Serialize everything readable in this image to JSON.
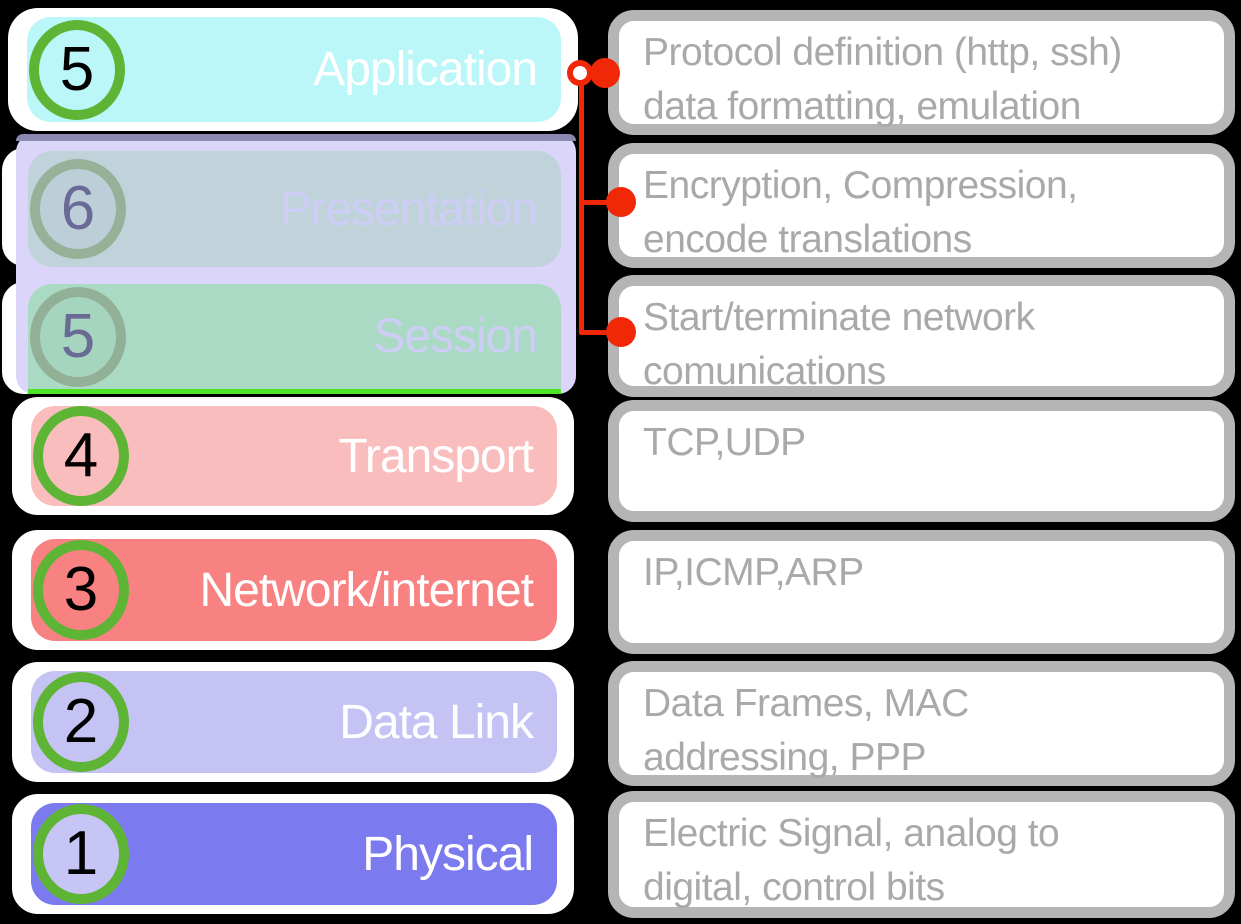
{
  "colors": {
    "background": "#000000",
    "accent_red": "#f12807",
    "ring_green": "#5eb535",
    "panel_bg": "#dbd5fa",
    "panel_top_edge": "#8b88b1",
    "session_green_edge": "#4ce426",
    "desc_border": "#b5b5b5",
    "desc_text": "#a9a9a9",
    "desc_bg": "#ffffff",
    "box_frame": "#ffffff"
  },
  "layers": [
    {
      "number": "5",
      "label": "Application",
      "box": "#bbf6f8",
      "circle_fill": "#bbf6f8",
      "ring": "#5eb535",
      "number_color": "#000000",
      "label_color": "#ffffff"
    },
    {
      "number": "6",
      "label": "Presentation",
      "box": "#c0d3da",
      "circle_fill": "#bccfd8",
      "ring": "#95b299",
      "number_color": "#6a6b94",
      "label_color": "#cdcdf5"
    },
    {
      "number": "5",
      "label": "Session",
      "box": "#aadac4",
      "circle_fill": "#a5d5bf",
      "ring": "#92b095",
      "number_color": "#6a6b94",
      "label_color": "#cdcdf5"
    },
    {
      "number": "4",
      "label": "Transport",
      "box": "#fabdbd",
      "circle_fill": "#fabdbd",
      "ring": "#5eb535",
      "number_color": "#000000",
      "label_color": "#ffffff"
    },
    {
      "number": "3",
      "label": "Network/internet",
      "box": "#f88181",
      "circle_fill": "#f88181",
      "ring": "#5eb535",
      "number_color": "#000000",
      "label_color": "#ffffff"
    },
    {
      "number": "2",
      "label": "Data Link",
      "box": "#c4c3f4",
      "circle_fill": "#c4c3f4",
      "ring": "#5eb535",
      "number_color": "#000000",
      "label_color": "#ffffff"
    },
    {
      "number": "1",
      "label": "Physical",
      "box": "#7c7aef",
      "circle_fill": "#c6c5f6",
      "ring": "#5eb535",
      "number_color": "#000000",
      "label_color": "#ffffff"
    }
  ],
  "descriptions": [
    {
      "line1": "Protocol definition (http, ssh)",
      "line2": "data formatting, emulation"
    },
    {
      "line1": "Encryption, Compression,",
      "line2": "encode translations"
    },
    {
      "line1": "Start/terminate network",
      "line2": "comunications"
    },
    {
      "line1": "TCP,UDP",
      "line2": ""
    },
    {
      "line1": "IP,ICMP,ARP",
      "line2": ""
    },
    {
      "line1": "Data Frames, MAC",
      "line2": "addressing, PPP"
    },
    {
      "line1": "Electric Signal, analog to",
      "line2": "digital, control bits"
    }
  ]
}
